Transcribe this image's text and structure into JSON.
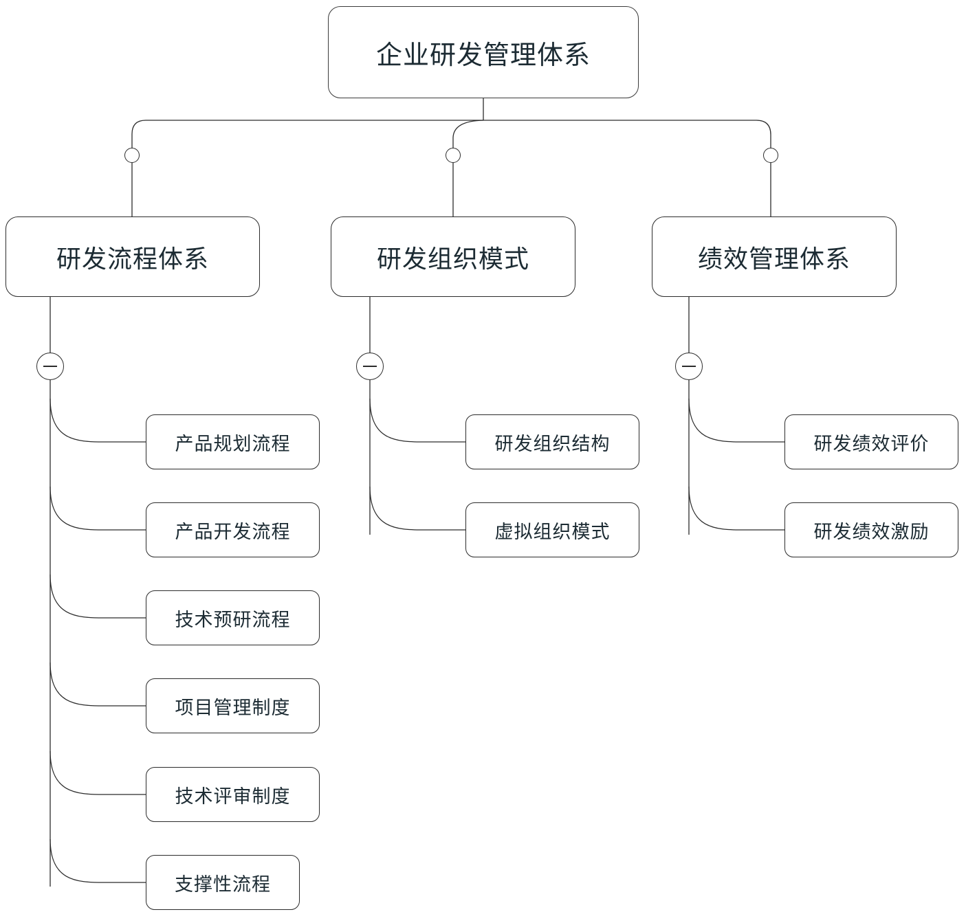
{
  "diagram": {
    "type": "mind-map",
    "title": "企业研发管理体系",
    "orientation": "top-down",
    "colors": {
      "background": "#ffffff",
      "node_border": "#2b2b2b",
      "node_fill": "#ffffff",
      "text": "#1c2b33",
      "connector": "#2b2b2b"
    },
    "root": {
      "label": "企业研发管理体系"
    },
    "branches": [
      {
        "label": "研发流程体系",
        "toggle_icon": "minus-circle-icon",
        "toggle_state": "expanded",
        "children": [
          {
            "label": "产品规划流程"
          },
          {
            "label": "产品开发流程"
          },
          {
            "label": "技术预研流程"
          },
          {
            "label": "项目管理制度"
          },
          {
            "label": "技术评审制度"
          },
          {
            "label": "支撑性流程"
          }
        ]
      },
      {
        "label": "研发组织模式",
        "toggle_icon": "minus-circle-icon",
        "toggle_state": "expanded",
        "children": [
          {
            "label": "研发组织结构"
          },
          {
            "label": "虚拟组织模式"
          }
        ]
      },
      {
        "label": "绩效管理体系",
        "toggle_icon": "minus-circle-icon",
        "toggle_state": "expanded",
        "children": [
          {
            "label": "研发绩效评价"
          },
          {
            "label": "研发绩效激励"
          }
        ]
      }
    ]
  }
}
